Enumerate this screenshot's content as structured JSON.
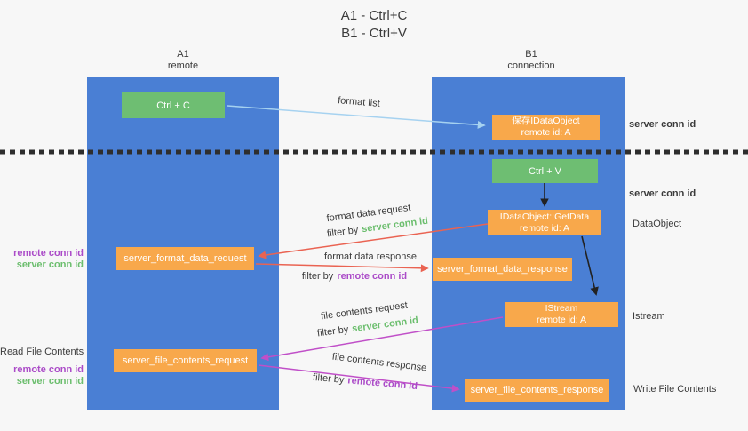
{
  "title": {
    "line1": "A1 - Ctrl+C",
    "line2": "B1 - Ctrl+V"
  },
  "lifelines": {
    "a1": {
      "name": "A1",
      "role": "remote"
    },
    "b1": {
      "name": "B1",
      "role": "connection"
    }
  },
  "boxes": {
    "ctrl_c": {
      "label": "Ctrl + C"
    },
    "ctrl_v": {
      "label": "Ctrl + V"
    },
    "save_dataobject": {
      "line1": "保存IDataObject",
      "line2": "remote id: A"
    },
    "getdata": {
      "line1": "IDataObject::GetData",
      "line2": "remote id: A"
    },
    "istream": {
      "line1": "IStream",
      "line2": "remote id: A"
    },
    "format_request": {
      "label": "server_format_data_request"
    },
    "format_response": {
      "label": "server_format_data_response"
    },
    "file_request": {
      "label": "server_file_contents_request"
    },
    "file_response": {
      "label": "server_file_contents_response"
    }
  },
  "arrow_labels": {
    "format_list": "format list",
    "format_data_request": "format data request",
    "format_data_response": "format data response",
    "file_contents_request": "file contents request",
    "file_contents_response": "file contents response",
    "filter_by": "filter by",
    "server_conn_id": "server conn id",
    "remote_conn_id": "remote conn id"
  },
  "side_labels": {
    "right_server_1": "server conn id",
    "right_server_2": "server conn id",
    "dataobject": "DataObject",
    "istream": "Istream",
    "write_file_contents": "Write File Contents",
    "read_file_contents": "Read File Contents",
    "left1_remote": "remote conn id",
    "left1_server": "server conn id",
    "left2_remote": "remote conn id",
    "left2_server": "server conn id"
  },
  "colors": {
    "lifeline_blue": "#4A7FD4",
    "box_green": "#6EBE72",
    "box_orange": "#F8A84B",
    "arrow_lightblue": "#A6D2F0",
    "arrow_red": "#EA6352",
    "arrow_magenta": "#C04FC8",
    "arrow_black": "#222222",
    "text_green": "#6CBE6E",
    "text_purple": "#AB4BC8",
    "text_dark": "#3B3B3B",
    "background": "#F7F7F7"
  }
}
